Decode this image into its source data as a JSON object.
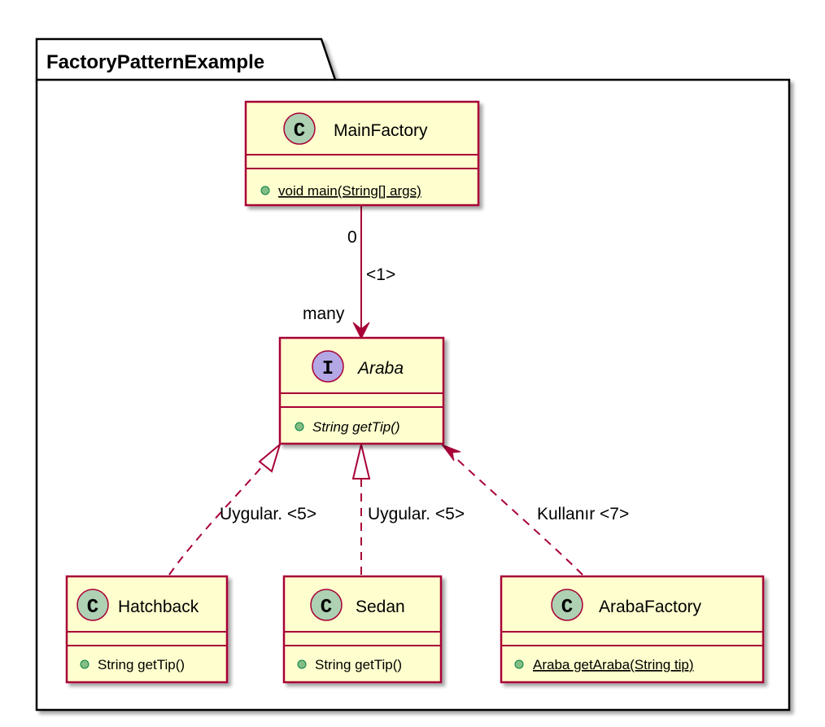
{
  "package": {
    "title": "FactoryPatternExample"
  },
  "classes": {
    "main_factory": {
      "stereotype": "C",
      "name": "MainFactory",
      "member": "void main(String[] args)"
    },
    "araba": {
      "stereotype": "I",
      "name": "Araba",
      "member": "String getTip()"
    },
    "hatchback": {
      "stereotype": "C",
      "name": "Hatchback",
      "member": "String getTip()"
    },
    "sedan": {
      "stereotype": "C",
      "name": "Sedan",
      "member": "String getTip()"
    },
    "araba_factory": {
      "stereotype": "C",
      "name": "ArabaFactory",
      "member": "Araba getAraba(String tip)"
    }
  },
  "relations": {
    "main_to_araba": {
      "label": "<1>",
      "source_multiplicity": "0",
      "target_multiplicity": "many"
    },
    "hatchback_impl": {
      "label": "Uygular. <5>"
    },
    "sedan_impl": {
      "label": "Uygular. <5>"
    },
    "factory_uses": {
      "label": "Kullanır <7>"
    }
  },
  "colors": {
    "class_fill": "#FEFECE",
    "class_border": "#A80036",
    "class_circle": "#ADD1B2",
    "interface_circle": "#B4A7E5",
    "member_dot": "#84BE84",
    "member_dot_border": "#038048",
    "package_border": "#000000",
    "shadow": "#C9C9C9"
  }
}
